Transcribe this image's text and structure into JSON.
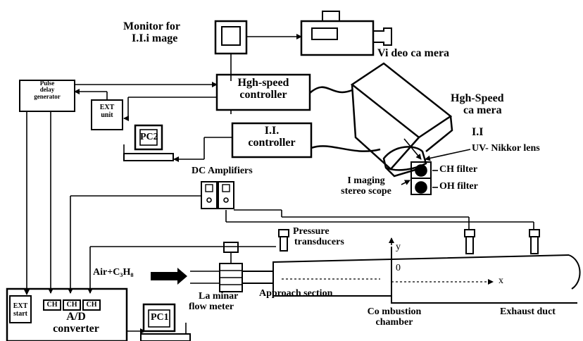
{
  "labels": {
    "monitor": [
      "Monitor for",
      "I.I.i mage"
    ],
    "video_camera": "Vi deo ca mera",
    "pulse_delay": [
      "Pulse",
      "delay",
      "generator"
    ],
    "ext_unit": [
      "EXT",
      "unit"
    ],
    "pc2": "PC2",
    "hs_controller": [
      "Hgh-speed",
      "controller"
    ],
    "hs_camera": [
      "Hgh-Speed",
      "ca mera"
    ],
    "ii": "I.I",
    "ii_controller": [
      "I.I.",
      "controller"
    ],
    "uv_lens": "UV- Nikkor lens",
    "ch_filter": "CH filter",
    "oh_filter": "OH filter",
    "imaging_scope": [
      "I maging",
      "stereo scope"
    ],
    "dc_amplifiers": "DC Amplifiers",
    "pressure": [
      "Pressure",
      "transducers"
    ],
    "air_fuel": "Air+C₃H₈",
    "laminar": [
      "La minar",
      "flow meter"
    ],
    "approach": "Approach section",
    "combustion": [
      "Co mbustion",
      "chamber"
    ],
    "exhaust": "Exhaust duct",
    "y_axis": "y",
    "x_axis": "x",
    "origin": "0",
    "ad_channels": [
      "EXT",
      "start",
      "CH",
      "CH",
      "CH"
    ],
    "ad_converter": [
      "A/D",
      "converter"
    ],
    "pc1": "PC1"
  }
}
